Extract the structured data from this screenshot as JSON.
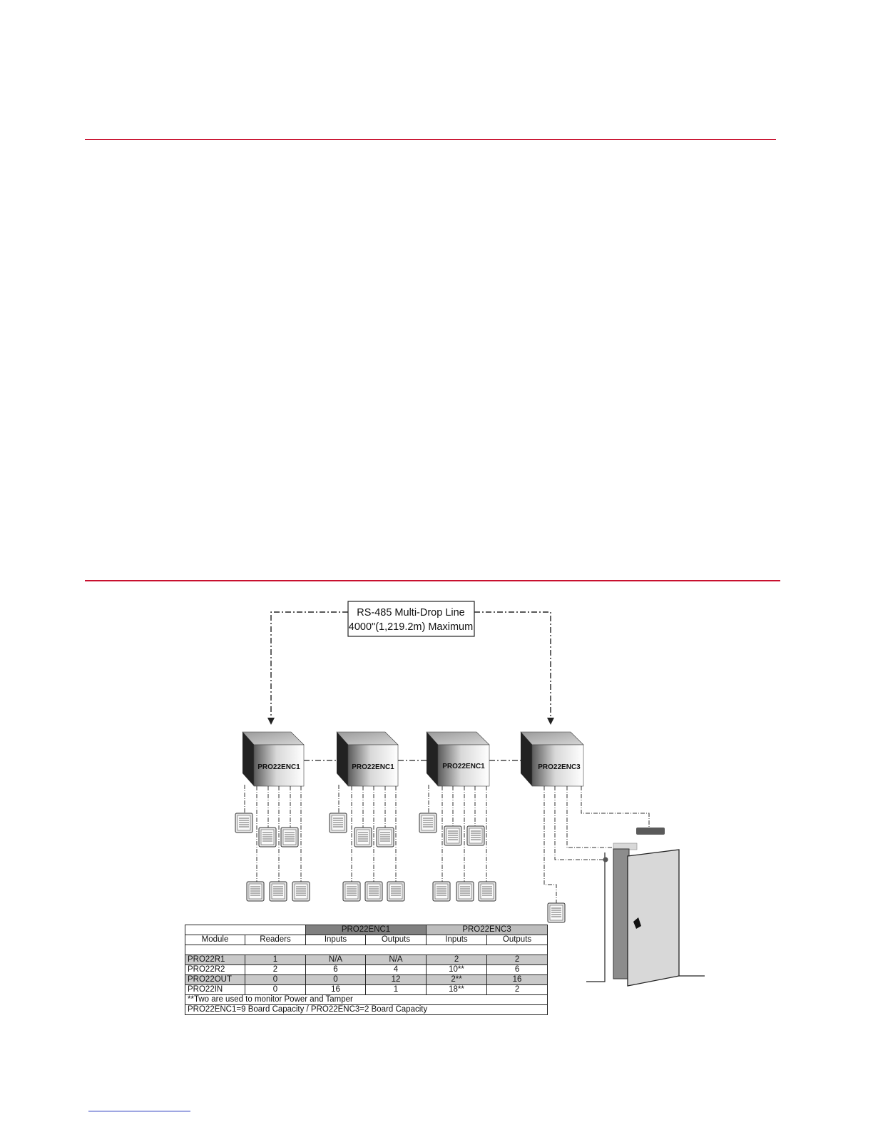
{
  "diagram": {
    "line_label": [
      "RS-485 Multi-Drop Line",
      "4000\"(1,219.2m) Maximum"
    ],
    "enclosures": [
      "PRO22ENC1",
      "PRO22ENC1",
      "PRO22ENC1",
      "PRO22ENC3"
    ]
  },
  "table": {
    "group_headers": [
      "PRO22ENC1",
      "PRO22ENC3"
    ],
    "columns": [
      "Module",
      "Readers",
      "Inputs",
      "Outputs",
      "Inputs",
      "Outputs"
    ],
    "rows": [
      [
        "PRO22R1",
        "1",
        "N/A",
        "N/A",
        "2",
        "2"
      ],
      [
        "PRO22R2",
        "2",
        "6",
        "4",
        "10**",
        "6"
      ],
      [
        "PRO22OUT",
        "0",
        "0",
        "12",
        "2**",
        "16"
      ],
      [
        "PRO22IN",
        "0",
        "16",
        "1",
        "18**",
        "2"
      ]
    ],
    "notes": [
      "**Two are used to monitor Power and Tamper",
      "PRO22ENC1=9 Board Capacity / PRO22ENC3=2 Board Capacity"
    ]
  },
  "colors": {
    "rule": "#c8102e",
    "link": "#2233bb"
  }
}
